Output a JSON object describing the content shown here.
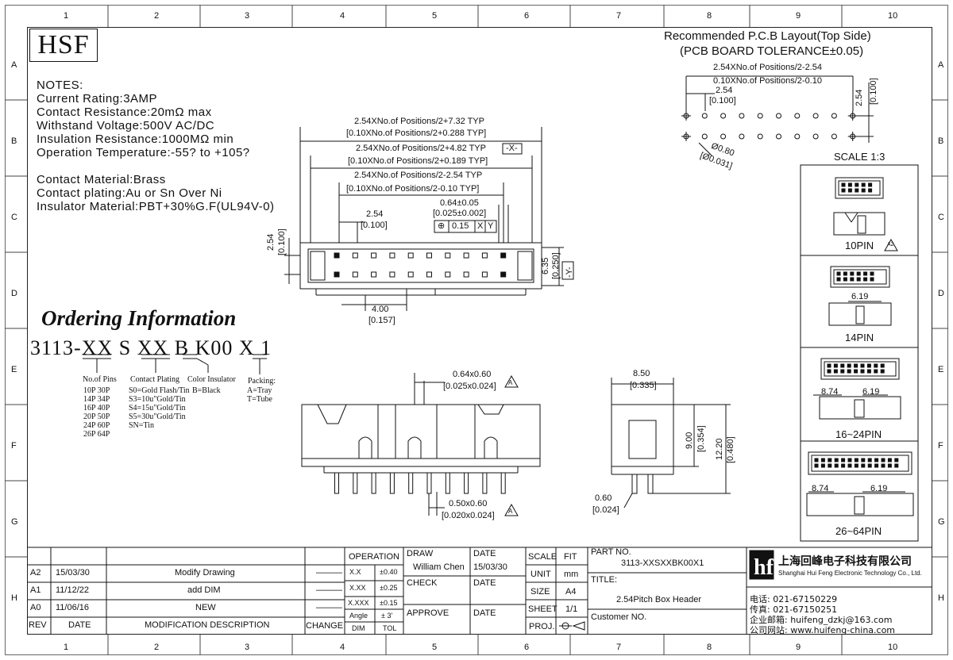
{
  "logo": "HSF",
  "col_labels": [
    "1",
    "2",
    "3",
    "4",
    "5",
    "6",
    "7",
    "8",
    "9",
    "10"
  ],
  "row_labels": [
    "A",
    "B",
    "C",
    "D",
    "E",
    "F",
    "G",
    "H"
  ],
  "notes": [
    "NOTES:",
    "Current Rating:3AMP",
    "Contact Resistance:20mΩ   max",
    "Withstand Voltage:500V AC/DC",
    "Insulation Resistance:1000MΩ min",
    "Operation Temperature:-55? to +105?",
    "",
    "Contact Material:Brass",
    "Contact plating:Au or Sn Over Ni",
    "Insulator Material:PBT+30%G.F(UL94V-0)"
  ],
  "ordering": {
    "title": "Ordering Information",
    "code": "3113-XX S XX B K00 X 1",
    "pins_title": "No.of Pins",
    "pins": [
      "10P  30P",
      "14P  34P",
      "16P  40P",
      "20P  50P",
      "24P  60P",
      "26P  64P"
    ],
    "plating_title": "Contact Plating",
    "plating": [
      "S0=Gold Flash/Tin",
      "S3=10u\"Gold/Tin",
      "S4=15u\"Gold/Tin",
      "S5=30u\"Gold/Tin",
      "SN=Tin"
    ],
    "color_title": "Color Insulator",
    "color": "B=Black",
    "packing_title": "Packing:",
    "packing": [
      "A=Tray",
      "T=Tube"
    ]
  },
  "top_dims": {
    "d1": "2.54XNo.of Positions/2+7.32 TYP",
    "d1b": "[0.10XNo.of Positions/2+0.288 TYP]",
    "d2": "2.54XNo.of Positions/2+4.82 TYP",
    "d2x": "-X-",
    "d2b": "[0.10XNo.of Positions/2+0.189 TYP]",
    "d3": "2.54XNo.of Positions/2-2.54 TYP",
    "d3b": "[0.10XNo.of Positions/2-0.10 TYP]",
    "d4": "0.64±0.05",
    "d4b": "[0.025±0.002]",
    "tol": [
      "⊕",
      "0.15",
      "X",
      "Y"
    ],
    "pitch": "2.54",
    "pitchb": "[0.100]",
    "left": "2.54",
    "leftb": "[0.100]",
    "right": "6.35",
    "rightb": "[0.250]",
    "y": "-Y-",
    "bottom": "4.00",
    "bottomb": "[0.157]"
  },
  "front_dims": {
    "a": "0.64x0.60",
    "ab": "[0.025x0.024]",
    "b": "0.50x0.60",
    "bb": "[0.020x0.024]",
    "rev": "A"
  },
  "side_dims": {
    "w": "8.50",
    "wb": "[0.335]",
    "h1": "9.00",
    "h1b": "[0.354]",
    "h2": "12.20",
    "h2b": "[0.480]",
    "t": "0.60",
    "tb": "[0.024]"
  },
  "pcb": {
    "title": "Recommended P.C.B Layout(Top Side)",
    "tol": "(PCB BOARD TOLERANCE±0.05)",
    "d1": "2.54XNo.of Positions/2-2.54",
    "d1b": "0.10XNo.of Positions/2-0.10",
    "d2": "2.54",
    "d2b": "[0.100]",
    "d3": "2.54",
    "d3b": "[0.100]",
    "hole": "Ø0.80",
    "holeb": "[Ø0.031]"
  },
  "scale": {
    "label": "SCALE 1:3",
    "views": [
      "10PIN",
      "14PIN",
      "16~24PIN",
      "26~64PIN"
    ],
    "dim619": "6.19",
    "dim874": "8.74",
    "rev": "A2"
  },
  "title_block": {
    "revisions": [
      {
        "rev": "A2",
        "date": "15/03/30",
        "desc": "Modify Drawing",
        "change": "———"
      },
      {
        "rev": "A1",
        "date": "11/12/22",
        "desc": "add DIM",
        "change": "———"
      },
      {
        "rev": "A0",
        "date": "11/06/16",
        "desc": "NEW",
        "change": "———"
      }
    ],
    "rev_h": "REV",
    "date_h": "DATE",
    "desc_h": "MODIFICATION DESCRIPTION",
    "change_h": "CHANGE",
    "operation": "OPERATION",
    "tols": [
      [
        "X.X",
        "±0.40"
      ],
      [
        "X.XX",
        "±0.25"
      ],
      [
        "X.XXX",
        "±0.15"
      ],
      [
        "Angle",
        "± 3'"
      ]
    ],
    "dim_h": "DIM",
    "tol_h": "TOL",
    "draw": "DRAW",
    "drawer": "William Chen",
    "check": "CHECK",
    "approve": "APPROVE",
    "date": "DATE",
    "draw_date": "15/03/30",
    "scale": "SCALE",
    "fit": "FIT",
    "unit": "UNIT",
    "mm": "mm",
    "size": "SIZE",
    "a4": "A4",
    "sheet": "SHEET",
    "sheet_v": "1/1",
    "proj": "PROJ.",
    "part_no": "PART NO.",
    "part_v": "3113-XXSXXBK00X1",
    "title": "TITLE:",
    "title_v": "2.54Pitch Box Header",
    "customer": "Customer NO."
  },
  "company": {
    "cn": "上海回峰电子科技有限公司",
    "en": "Shanghai Hui Feng Electronic Technology Co., Ltd.",
    "tel": "电话: 021-67150229",
    "fax": "传真: 021-67150251",
    "email": "企业邮箱: huifeng_dzkj@163.com",
    "web": "公司网站: www.huifeng-china.com"
  }
}
